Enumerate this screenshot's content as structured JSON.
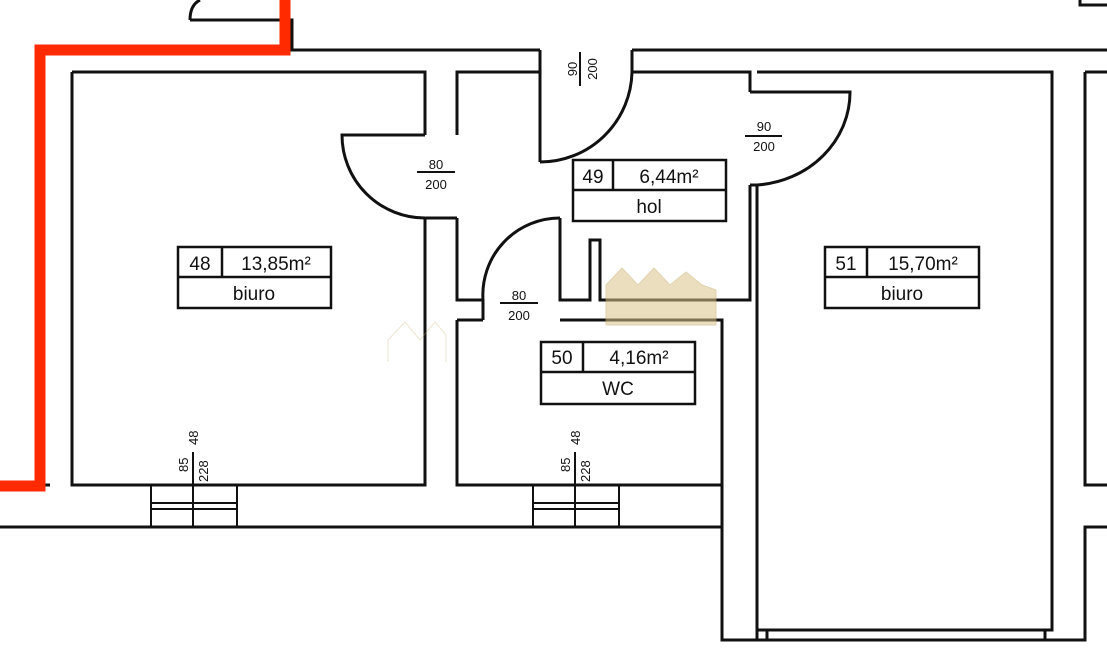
{
  "rooms": [
    {
      "number": "48",
      "area": "13,85m²",
      "name": "biuro"
    },
    {
      "number": "49",
      "area": "6,44m²",
      "name": "hol"
    },
    {
      "number": "50",
      "area": "4,16m²",
      "name": "WC"
    },
    {
      "number": "51",
      "area": "15,70m²",
      "name": "biuro"
    }
  ],
  "doors": [
    {
      "width": "80",
      "height": "200"
    },
    {
      "width": "80",
      "height": "200"
    },
    {
      "width": "90",
      "height": "200"
    },
    {
      "width": "90",
      "height": "200"
    }
  ],
  "windows": [
    {
      "sill": "85",
      "height": "228",
      "top": "48"
    },
    {
      "sill": "85",
      "height": "228",
      "top": "48"
    }
  ],
  "colors": {
    "boundary": "#ff2a00",
    "walls": "#111111",
    "watermark": "#d9c48a"
  }
}
